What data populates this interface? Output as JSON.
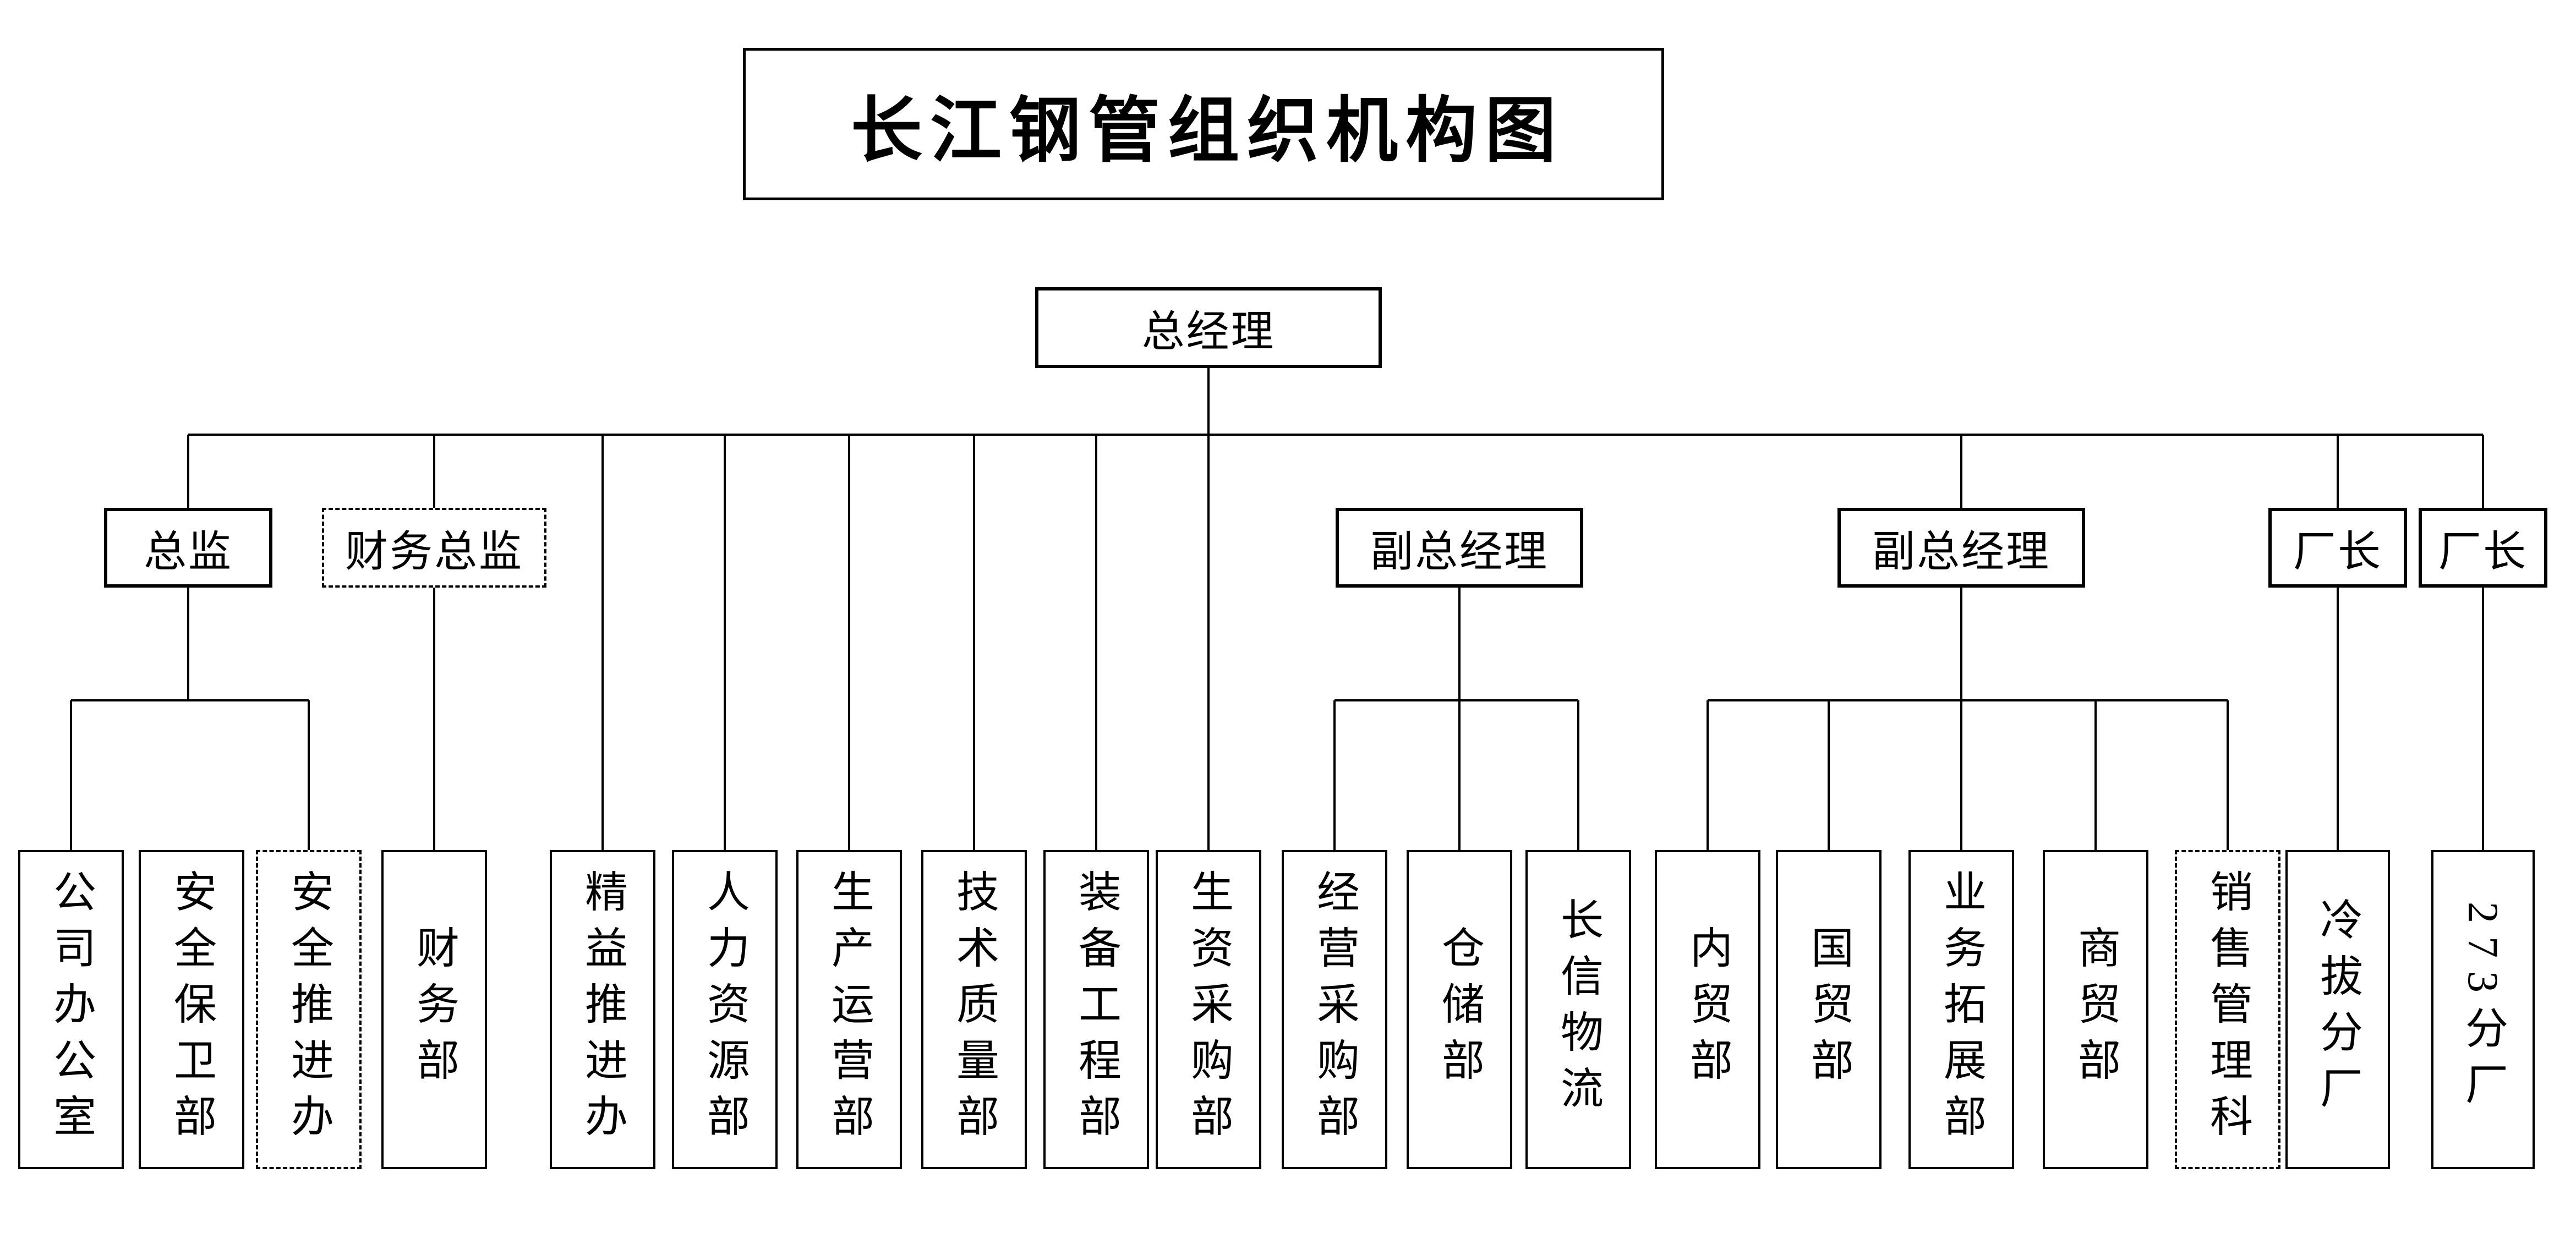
{
  "title": "长江钢管组织机构图",
  "root": {
    "label": "总经理"
  },
  "executives": [
    {
      "label": "总监",
      "style": "solid"
    },
    {
      "label": "财务总监",
      "style": "dashed"
    },
    {
      "label": "副总经理",
      "style": "solid"
    },
    {
      "label": "副总经理",
      "style": "solid"
    },
    {
      "label": "厂长",
      "style": "solid"
    },
    {
      "label": "厂长",
      "style": "solid"
    }
  ],
  "departments": [
    {
      "label": "公司办公室",
      "style": "solid"
    },
    {
      "label": "安全保卫部",
      "style": "solid"
    },
    {
      "label": "安全推进办",
      "style": "dashed"
    },
    {
      "label": "财务部",
      "style": "solid"
    },
    {
      "label": "精益推进办",
      "style": "solid"
    },
    {
      "label": "人力资源部",
      "style": "solid"
    },
    {
      "label": "生产运营部",
      "style": "solid"
    },
    {
      "label": "技术质量部",
      "style": "solid"
    },
    {
      "label": "装备工程部",
      "style": "solid"
    },
    {
      "label": "生资采购部",
      "style": "solid"
    },
    {
      "label": "经营采购部",
      "style": "solid"
    },
    {
      "label": "仓储部",
      "style": "solid"
    },
    {
      "label": "长信物流",
      "style": "solid"
    },
    {
      "label": "内贸部",
      "style": "solid"
    },
    {
      "label": "国贸部",
      "style": "solid"
    },
    {
      "label": "业务拓展部",
      "style": "solid"
    },
    {
      "label": "商贸部",
      "style": "solid"
    },
    {
      "label": "销售管理科",
      "style": "dashed"
    },
    {
      "label": "冷拔分厂",
      "style": "solid"
    },
    {
      "label": "273分厂",
      "style": "solid"
    }
  ],
  "connections": {
    "总经理": [
      "总监",
      "财务总监",
      "精益推进办",
      "人力资源部",
      "生产运营部",
      "技术质量部",
      "装备工程部",
      "生资采购部",
      "副总经理",
      "副总经理(2)",
      "厂长",
      "厂长(2)"
    ],
    "总监": [
      "公司办公室",
      "安全推进办"
    ],
    "财务总监": [
      "财务部"
    ],
    "副总经理": [
      "经营采购部",
      "仓储部",
      "长信物流"
    ],
    "副总经理(2)": [
      "内贸部",
      "国贸部",
      "业务拓展部",
      "商贸部",
      "销售管理科"
    ],
    "厂长": [
      "冷拔分厂"
    ],
    "厂长(2)": [
      "273分厂"
    ]
  },
  "colors": {
    "line": "#000000",
    "background": "#ffffff",
    "text": "#000000"
  }
}
